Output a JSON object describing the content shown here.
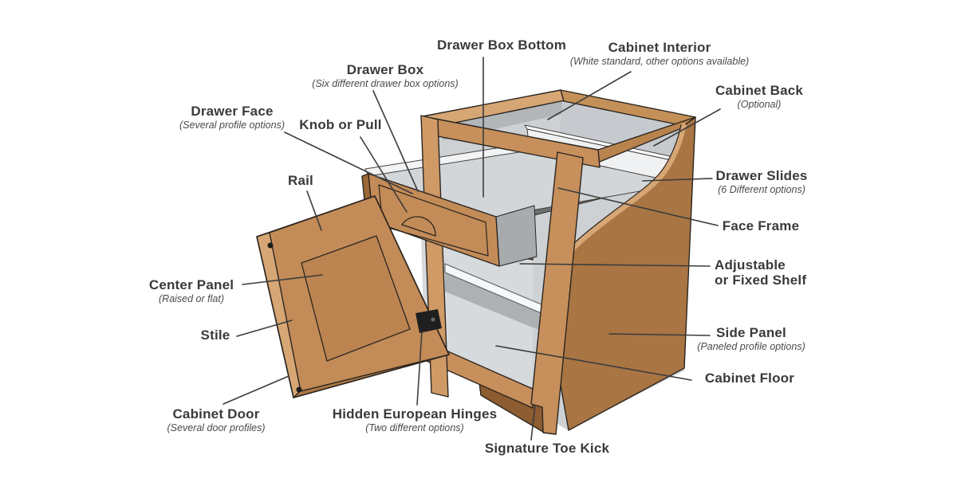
{
  "diagram_type": "cabinet-parts-callout-diagram",
  "labels": {
    "drawer_box_bottom": {
      "title": "Drawer Box Bottom"
    },
    "drawer_box": {
      "title": "Drawer Box",
      "subtitle": "(Six different drawer box options)"
    },
    "cabinet_interior": {
      "title": "Cabinet Interior",
      "subtitle": "(White standard, other options available)"
    },
    "cabinet_back": {
      "title": "Cabinet Back",
      "subtitle": "(Optional)"
    },
    "drawer_face": {
      "title": "Drawer Face",
      "subtitle": "(Several profile options)"
    },
    "knob_or_pull": {
      "title": "Knob or Pull"
    },
    "rail": {
      "title": "Rail"
    },
    "drawer_slides": {
      "title": "Drawer Slides",
      "subtitle": "(6 Different options)"
    },
    "face_frame": {
      "title": "Face Frame"
    },
    "adjustable_shelf": {
      "title": "Adjustable\nor Fixed Shelf"
    },
    "side_panel": {
      "title": "Side Panel",
      "subtitle": "(Paneled profile options)"
    },
    "cabinet_floor": {
      "title": "Cabinet Floor"
    },
    "center_panel": {
      "title": "Center Panel",
      "subtitle": "(Raised or flat)"
    },
    "stile": {
      "title": "Stile"
    },
    "cabinet_door": {
      "title": "Cabinet Door",
      "subtitle": "(Several door profiles)"
    },
    "hidden_european_hinges": {
      "title": "Hidden European Hinges",
      "subtitle": "(Two different options)"
    },
    "signature_toe_kick": {
      "title": "Signature Toe Kick"
    }
  },
  "colors": {
    "background": "#ffffff",
    "label_text": "#3a3a3a",
    "subtitle_text": "#4a4a4a",
    "leader_line": "#3c3c3c",
    "wood_light": "#d6a674",
    "wood_mid": "#c38b57",
    "wood_side_panel": "#a87543",
    "wood_dark_edge": "#8d5c31",
    "interior_gray": "#cdd1d4",
    "drawer_slide_gray": "#6e7174",
    "shelf_white": "#f6f7f8",
    "outline": "#2b2520"
  }
}
